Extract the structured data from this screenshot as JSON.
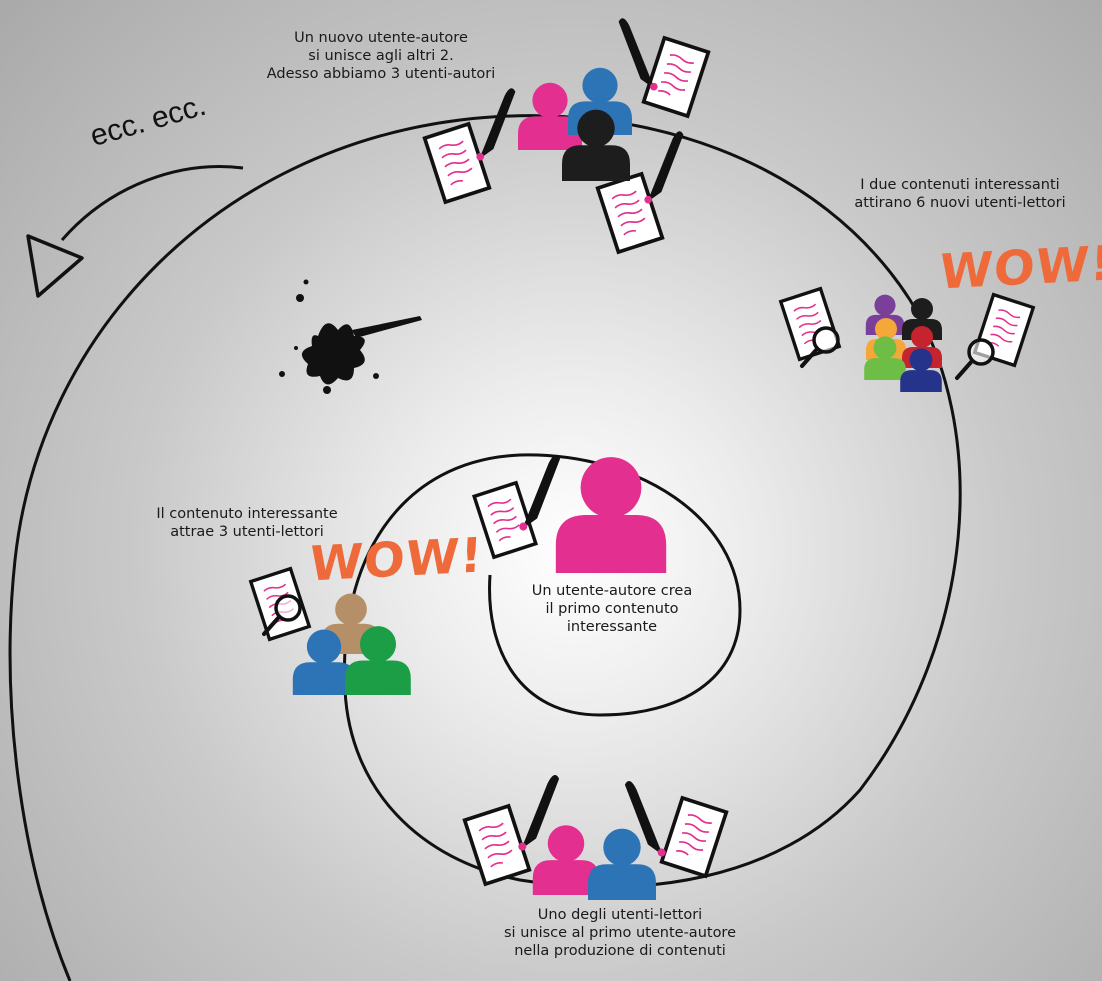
{
  "captions": {
    "center": "Un utente-autore crea\nil primo contenuto\ninteressante",
    "left": "Il  contenuto interessante\nattrae 3 utenti-lettori",
    "bottom": "Uno degli utenti-lettori\nsi unisce al primo utente-autore\nnella produzione di contenuti",
    "right": "I due contenuti interessanti\nattirano 6 nuovi utenti-lettori",
    "top": "Un nuovo utente-autore\nsi unisce agli altri 2.\nAdesso abbiamo 3 utenti-autori"
  },
  "wow_left": "WOW!",
  "wow_right": "WOW!",
  "ecc_label": "ecc. ecc.",
  "colors": {
    "pink": "#e32f8f",
    "blue": "#2c74b5",
    "black": "#1d1d1d",
    "tan": "#b48f67",
    "green": "#1c9e47",
    "purple": "#7a3f98",
    "orange": "#f5a73a",
    "lightgreen": "#6ebe45",
    "red": "#c5242e",
    "navy": "#26338a",
    "wow": "#ee6a3b",
    "line": "#111111"
  }
}
